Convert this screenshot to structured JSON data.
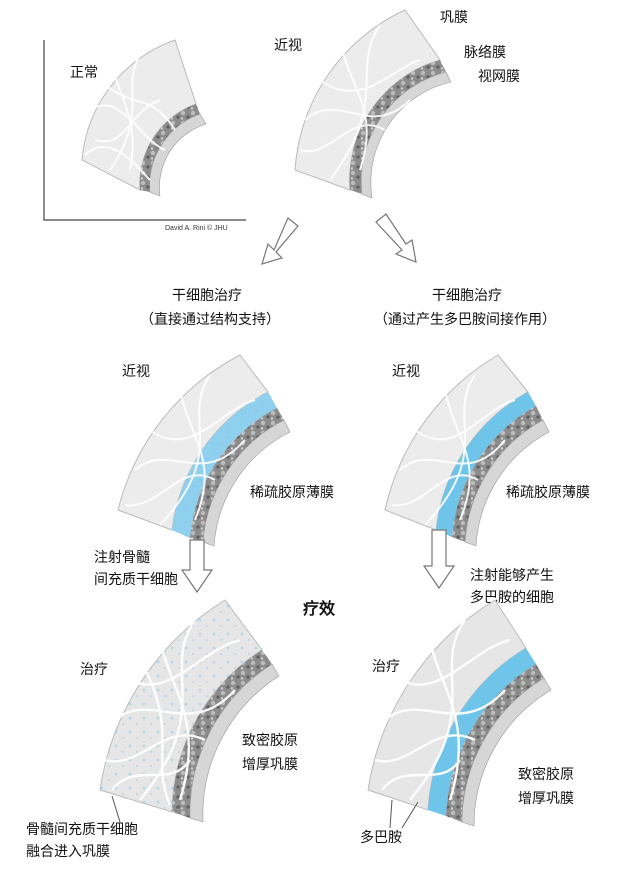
{
  "panels": {
    "normal": {
      "title": "正常",
      "credit": "David A. Rini © JHU"
    },
    "myopia": {
      "title": "近视",
      "labels": {
        "sclera": "巩膜",
        "choroid": "脉络膜",
        "retina": "视网膜"
      }
    },
    "direct": {
      "treatment": "干细胞治疗",
      "treatment_note": "（直接通过结构支持）",
      "title": "近视",
      "thin_sclera": "稀疏胶原薄膜",
      "injection_line1": "注射骨髓",
      "injection_line2": "间充质干细胞"
    },
    "indirect": {
      "treatment": "干细胞治疗",
      "treatment_note": "（通过产生多巴胺间接作用）",
      "title": "近视",
      "thin_sclera": "稀疏胶原薄膜",
      "injection_line1": "注射能够产生",
      "injection_line2": "多巴胺的细胞"
    },
    "effect": "疗效",
    "result_direct": {
      "title": "治疗",
      "dense_line1": "致密胶原",
      "dense_line2": "增厚巩膜",
      "bottom_line1": "骨髓间充质干细胞",
      "bottom_line2": "融合进入巩膜"
    },
    "result_indirect": {
      "title": "治疗",
      "dense_line1": "致密胶原",
      "dense_line2": "增厚巩膜",
      "bottom": "多巴胺"
    }
  },
  "colors": {
    "sclera_fill": "#ececec",
    "fiber": "#ffffff",
    "choroid": "#8c8c8c",
    "retina": "#d6d6d6",
    "stem_cell_layer": "#8fd0ee",
    "dopamine_layer": "#6fc4ea",
    "arrow": "#ffffff",
    "arrow_outline": "#777777"
  }
}
